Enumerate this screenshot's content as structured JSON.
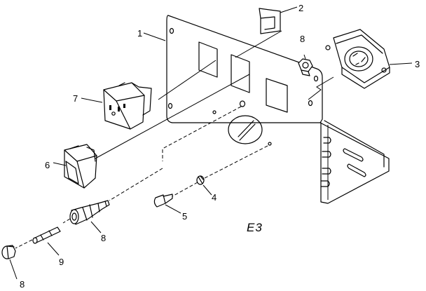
{
  "figure_label": "E3",
  "callouts": {
    "c1": "1",
    "c2": "2",
    "c3": "3",
    "c4": "4",
    "c5": "5",
    "c6": "6",
    "c7": "7",
    "c8a": "8",
    "c8b": "8",
    "c8c": "8",
    "c9": "9"
  }
}
